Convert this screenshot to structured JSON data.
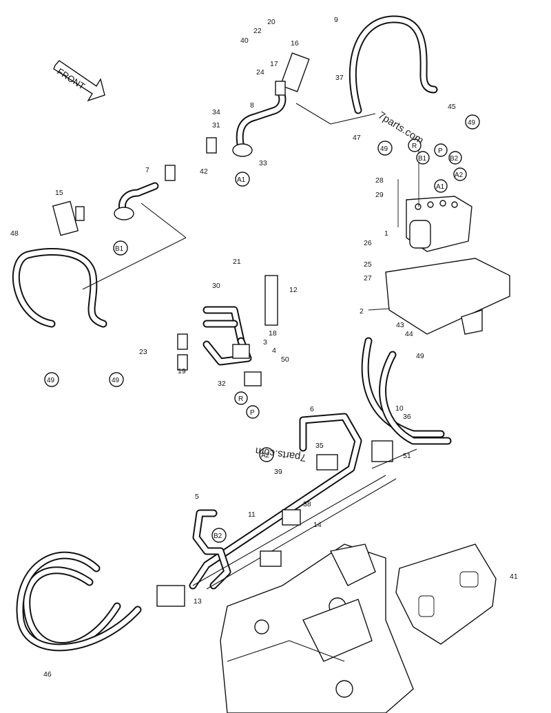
{
  "direction_label": "FRONT",
  "watermark": "7parts.com",
  "callout_numbers": [
    "1",
    "2",
    "3",
    "4",
    "5",
    "6",
    "7",
    "8",
    "9",
    "10",
    "11",
    "12",
    "13",
    "14",
    "15",
    "16",
    "17",
    "18",
    "19",
    "20",
    "21",
    "22",
    "23",
    "24",
    "25",
    "26",
    "27",
    "28",
    "29",
    "30",
    "31",
    "32",
    "33",
    "34",
    "35",
    "36",
    "37",
    "38",
    "39",
    "40",
    "41",
    "42",
    "43",
    "44",
    "45",
    "46",
    "47",
    "48",
    "49",
    "50",
    "51"
  ],
  "circle_refs": [
    "A1",
    "A2",
    "B1",
    "B2",
    "P",
    "R",
    "49"
  ]
}
